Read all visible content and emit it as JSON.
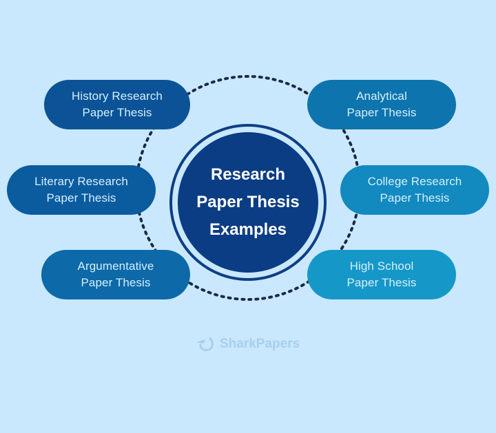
{
  "diagram": {
    "title_lines": [
      "Research",
      "Paper Thesis",
      "Examples"
    ],
    "nodes": [
      {
        "id": "history",
        "lines": [
          "History Research",
          "Paper Thesis"
        ],
        "color": "#0b5396",
        "position": "top-left"
      },
      {
        "id": "analytical",
        "lines": [
          "Analytical",
          "Paper Thesis"
        ],
        "color": "#0e74ad",
        "position": "top-right"
      },
      {
        "id": "literary",
        "lines": [
          "Literary Research",
          "Paper Thesis"
        ],
        "color": "#0b5c9f",
        "position": "middle-left"
      },
      {
        "id": "college",
        "lines": [
          "College Research",
          "Paper Thesis"
        ],
        "color": "#1289bf",
        "position": "middle-right"
      },
      {
        "id": "argumentative",
        "lines": [
          "Argumentative",
          "Paper Thesis"
        ],
        "color": "#0d69a8",
        "position": "bottom-left"
      },
      {
        "id": "highschool",
        "lines": [
          "High School",
          "Paper Thesis"
        ],
        "color": "#1598c8",
        "position": "bottom-right"
      }
    ],
    "connector_style": "dotted-circle",
    "colors": {
      "background": "#c9e8fd",
      "center_fill": "#0b3d84",
      "center_ring": "#0e3f85",
      "dots": "#1b2a44",
      "pill_text": "#d6efff"
    }
  },
  "watermark": {
    "text": "SharkPapers",
    "icon": "shark-logo-icon"
  }
}
